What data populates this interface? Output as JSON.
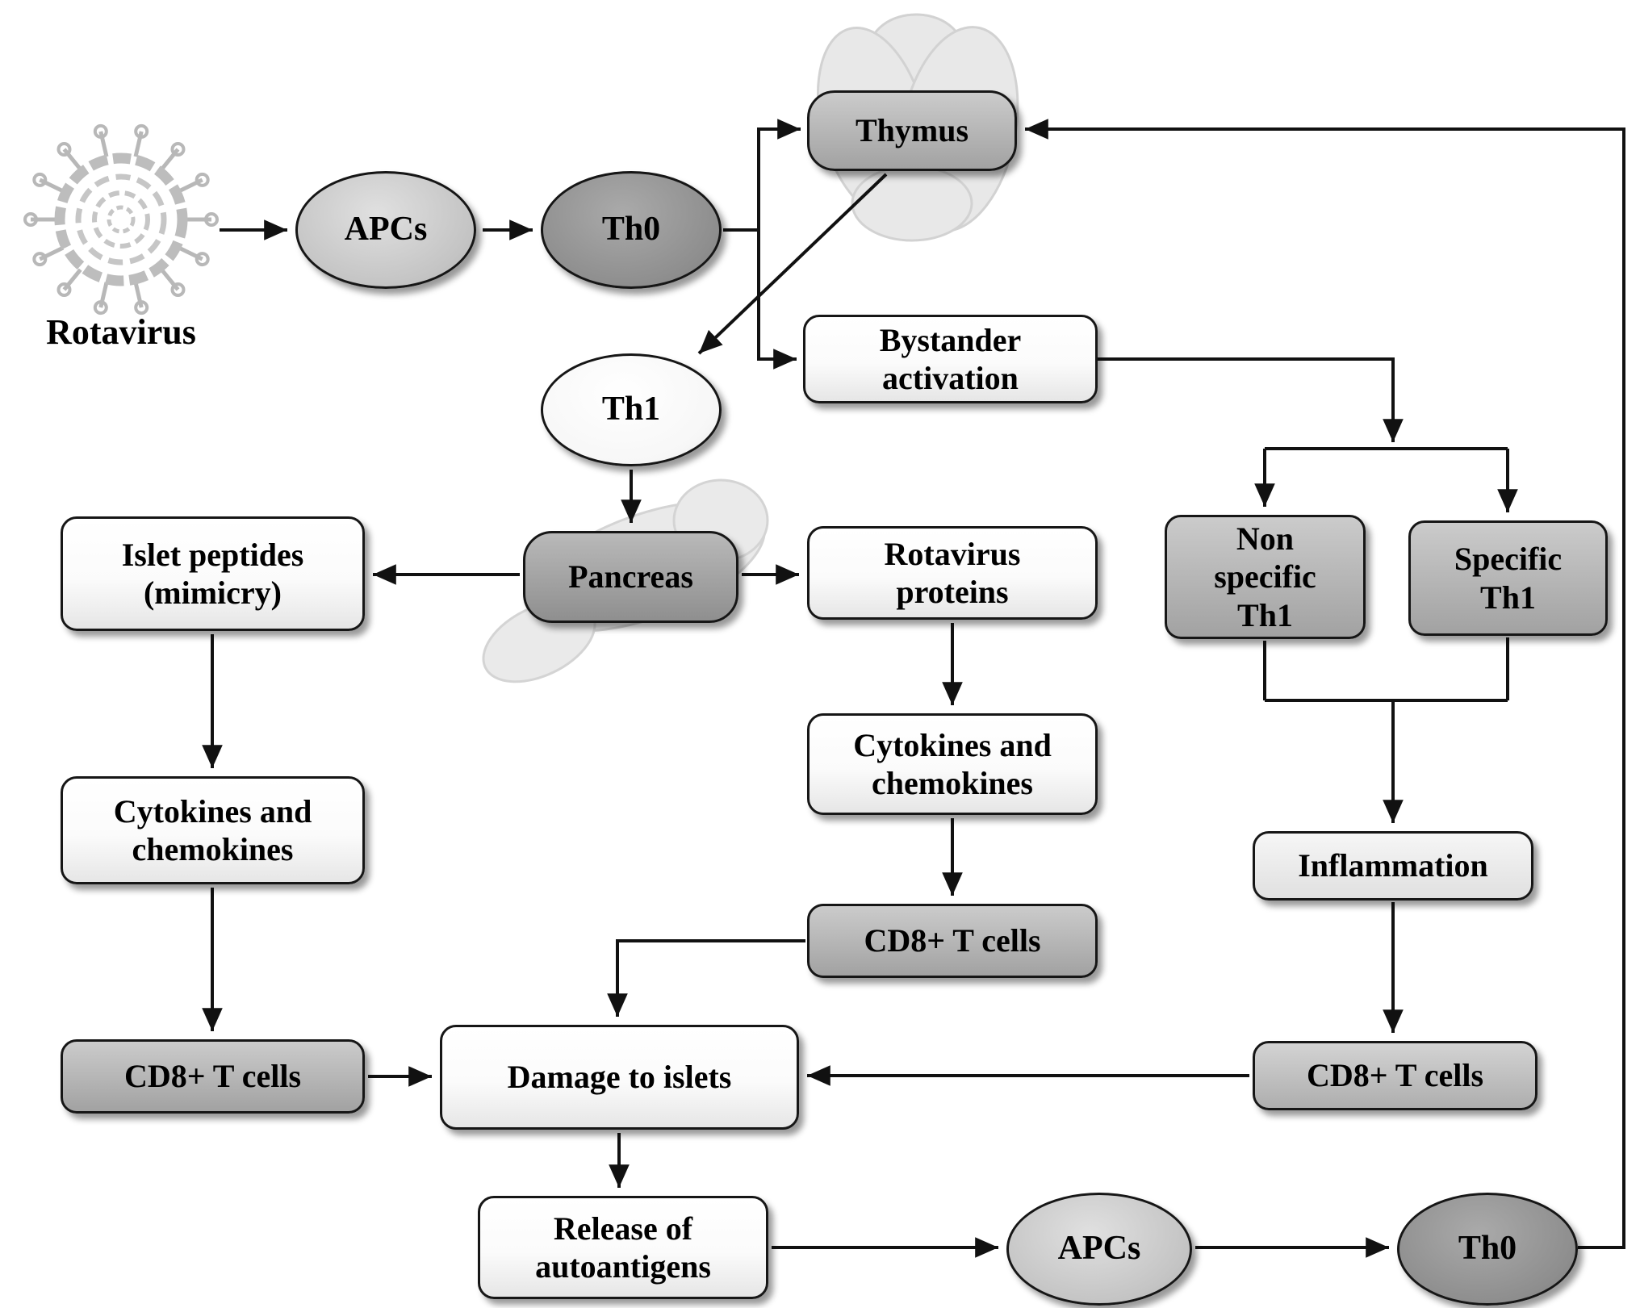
{
  "figure": {
    "background": "#ffffff",
    "description": "Flow diagram of rotavirus-triggered autoimmune pathways"
  },
  "nodes": {
    "rotavirus_label": "Rotavirus",
    "apcs_top": "APCs",
    "th0_top": "Th0",
    "thymus": "Thymus",
    "th1": "Th1",
    "bystander_activation": "Bystander\nactivation",
    "pancreas": "Pancreas",
    "islet_peptides": "Islet peptides\n(mimicry)",
    "rotavirus_proteins": "Rotavirus\nproteins",
    "non_specific_th1": "Non\nspecific\nTh1",
    "specific_th1": "Specific\nTh1",
    "cytokines_left": "Cytokines and\nchemokines",
    "cytokines_mid": "Cytokines and\nchemokines",
    "inflammation": "Inflammation",
    "cd8_left": "CD8+ T cells",
    "cd8_mid": "CD8+ T cells",
    "cd8_right": "CD8+ T cells",
    "damage_islets": "Damage to islets",
    "release_autoantigens": "Release of\nautoantigens",
    "apcs_bottom": "APCs",
    "th0_bottom": "Th0"
  },
  "edges": [
    {
      "from": "Rotavirus",
      "to": "APCs (top)"
    },
    {
      "from": "APCs (top)",
      "to": "Th0 (top)"
    },
    {
      "from": "Th0 (top)",
      "to": "Thymus"
    },
    {
      "from": "Th0 (top)",
      "to": "Bystander activation"
    },
    {
      "from": "Thymus",
      "to": "Th1"
    },
    {
      "from": "Th1",
      "to": "Pancreas"
    },
    {
      "from": "Pancreas",
      "to": "Islet peptides (mimicry)"
    },
    {
      "from": "Pancreas",
      "to": "Rotavirus proteins"
    },
    {
      "from": "Bystander activation",
      "to": "Non specific Th1"
    },
    {
      "from": "Bystander activation",
      "to": "Specific Th1"
    },
    {
      "from": "Non specific Th1",
      "to": "Inflammation"
    },
    {
      "from": "Specific Th1",
      "to": "Inflammation"
    },
    {
      "from": "Inflammation",
      "to": "CD8+ T cells (right)"
    },
    {
      "from": "CD8+ T cells (right)",
      "to": "Damage to islets"
    },
    {
      "from": "Rotavirus proteins",
      "to": "Cytokines and chemokines (middle)"
    },
    {
      "from": "Cytokines and chemokines (middle)",
      "to": "CD8+ T cells (middle)"
    },
    {
      "from": "CD8+ T cells (middle)",
      "to": "Damage to islets"
    },
    {
      "from": "Islet peptides (mimicry)",
      "to": "Cytokines and chemokines (left)"
    },
    {
      "from": "Cytokines and chemokines (left)",
      "to": "CD8+ T cells (left)"
    },
    {
      "from": "CD8+ T cells (left)",
      "to": "Damage to islets"
    },
    {
      "from": "Damage to islets",
      "to": "Release of autoantigens"
    },
    {
      "from": "Release of autoantigens",
      "to": "APCs (bottom)"
    },
    {
      "from": "APCs (bottom)",
      "to": "Th0 (bottom)"
    },
    {
      "from": "Th0 (bottom)",
      "to": "Thymus"
    }
  ],
  "colors": {
    "line": "#111111",
    "box_border": "#161616",
    "gray_fill": "#b3b3b3",
    "light_fill": "#ededed",
    "white_fill": "#ffffff",
    "dark_ellipse": "#8e8e8e",
    "light_ellipse": "#cfcfcf",
    "illustration": "#e6e6e6"
  }
}
